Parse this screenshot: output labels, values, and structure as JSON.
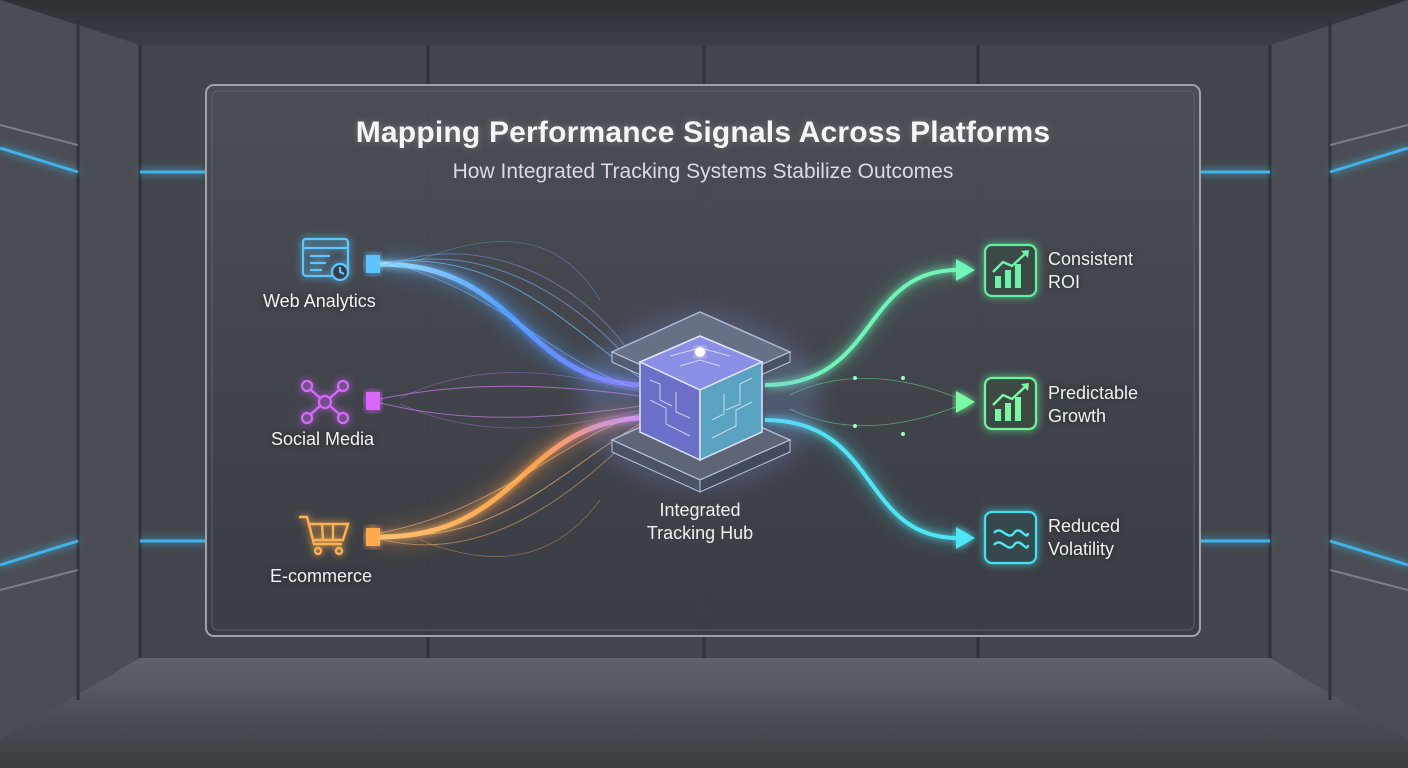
{
  "header": {
    "title": "Mapping Performance Signals Across Platforms",
    "subtitle": "How Integrated Tracking Systems Stabilize Outcomes"
  },
  "sources": [
    {
      "label": "Web Analytics",
      "icon": "browser-window-clock-icon",
      "color": "#4fb8ff"
    },
    {
      "label": "Social Media",
      "icon": "network-nodes-icon",
      "color": "#d65bff"
    },
    {
      "label": "E-commerce",
      "icon": "shopping-cart-icon",
      "color": "#ffa94a"
    }
  ],
  "hub": {
    "line1": "Integrated",
    "line2": "Tracking Hub",
    "icon": "circuit-cube-icon"
  },
  "outcomes": [
    {
      "line1": "Consistent",
      "line2": "ROI",
      "icon": "bar-chart-up-icon",
      "color": "#5ef0a8"
    },
    {
      "line1": "Predictable",
      "line2": "Growth",
      "icon": "bar-chart-up-icon",
      "color": "#6cf59a"
    },
    {
      "line1": "Reduced",
      "line2": "Volatility",
      "icon": "wave-lines-icon",
      "color": "#3fe3f0"
    }
  ]
}
